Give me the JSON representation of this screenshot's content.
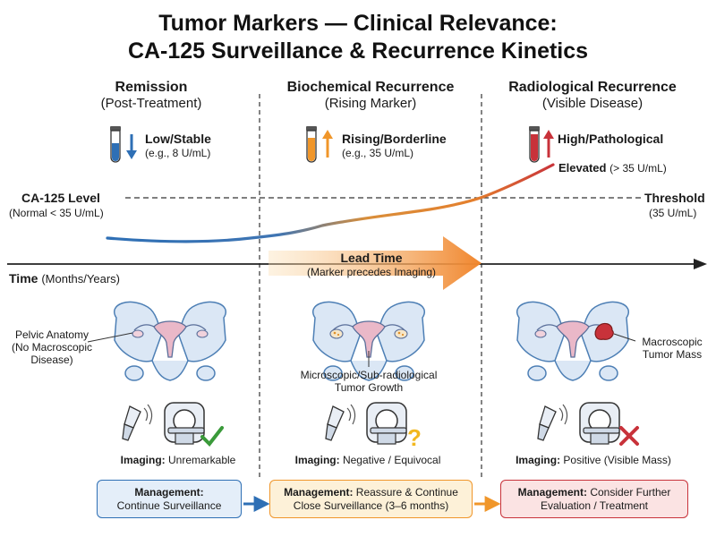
{
  "title": {
    "line1": "Tumor Markers — Clinical Relevance:",
    "line2": "CA-125 Surveillance & Recurrence Kinetics"
  },
  "phases": [
    {
      "title": "Remission",
      "subtitle": "(Post-Treatment)",
      "level_label": "Low/Stable",
      "level_example": "(e.g., 8 U/mL)",
      "imaging_prefix": "Imaging:",
      "imaging_result": "Unremarkable",
      "management_prefix": "Management:",
      "management_text": "Continue Surveillance"
    },
    {
      "title": "Biochemical Recurrence",
      "subtitle": "(Rising Marker)",
      "level_label": "Rising/Borderline",
      "level_example": "(e.g., 35 U/mL)",
      "imaging_prefix": "Imaging:",
      "imaging_result": "Negative / Equivocal",
      "management_prefix": "Management:",
      "management_text_a": "Reassure & Continue",
      "management_text_b": "Close Surveillance (3–6 months)"
    },
    {
      "title": "Radiological Recurrence",
      "subtitle": "(Visible Disease)",
      "level_label": "High/Pathological",
      "imaging_prefix": "Imaging:",
      "imaging_result": "Positive (Visible Mass)",
      "management_prefix": "Management:",
      "management_text_a": "Consider Further",
      "management_text_b": "Evaluation / Treatment"
    }
  ],
  "elevated": {
    "label": "Elevated",
    "value": "(> 35 U/mL)"
  },
  "ca125": {
    "label": "CA-125 Level",
    "normal": "(Normal < 35 U/mL)"
  },
  "threshold": {
    "label": "Threshold",
    "value": "(35 U/mL)"
  },
  "lead_time": {
    "label": "Lead Time",
    "sub": "(Marker precedes Imaging)"
  },
  "time_axis": {
    "label": "Time",
    "sub": "(Months/Years)"
  },
  "anatomy": {
    "left_a": "Pelvic Anatomy",
    "left_b": "(No Macroscopic",
    "left_c": "Disease)",
    "middle_a": "Microscopic/Sub-radiological",
    "middle_b": "Tumor Growth",
    "right_a": "Macroscopic",
    "right_b": "Tumor Mass"
  },
  "colors": {
    "remission": "#2e6fb5",
    "rising": "#f0962a",
    "high": "#c8323a",
    "mgmt1_bg": "#e4eef9",
    "mgmt2_bg": "#fdf1d8",
    "mgmt3_bg": "#fbe3e3",
    "bone": "#dbe7f5",
    "bone_stroke": "#4d7fb5"
  },
  "icons": [
    "test-tube-icon",
    "arrow-down-icon",
    "arrow-up-icon",
    "ultrasound-probe-icon",
    "ct-scanner-icon",
    "check-icon",
    "question-icon",
    "cross-icon",
    "pelvis-icon"
  ]
}
